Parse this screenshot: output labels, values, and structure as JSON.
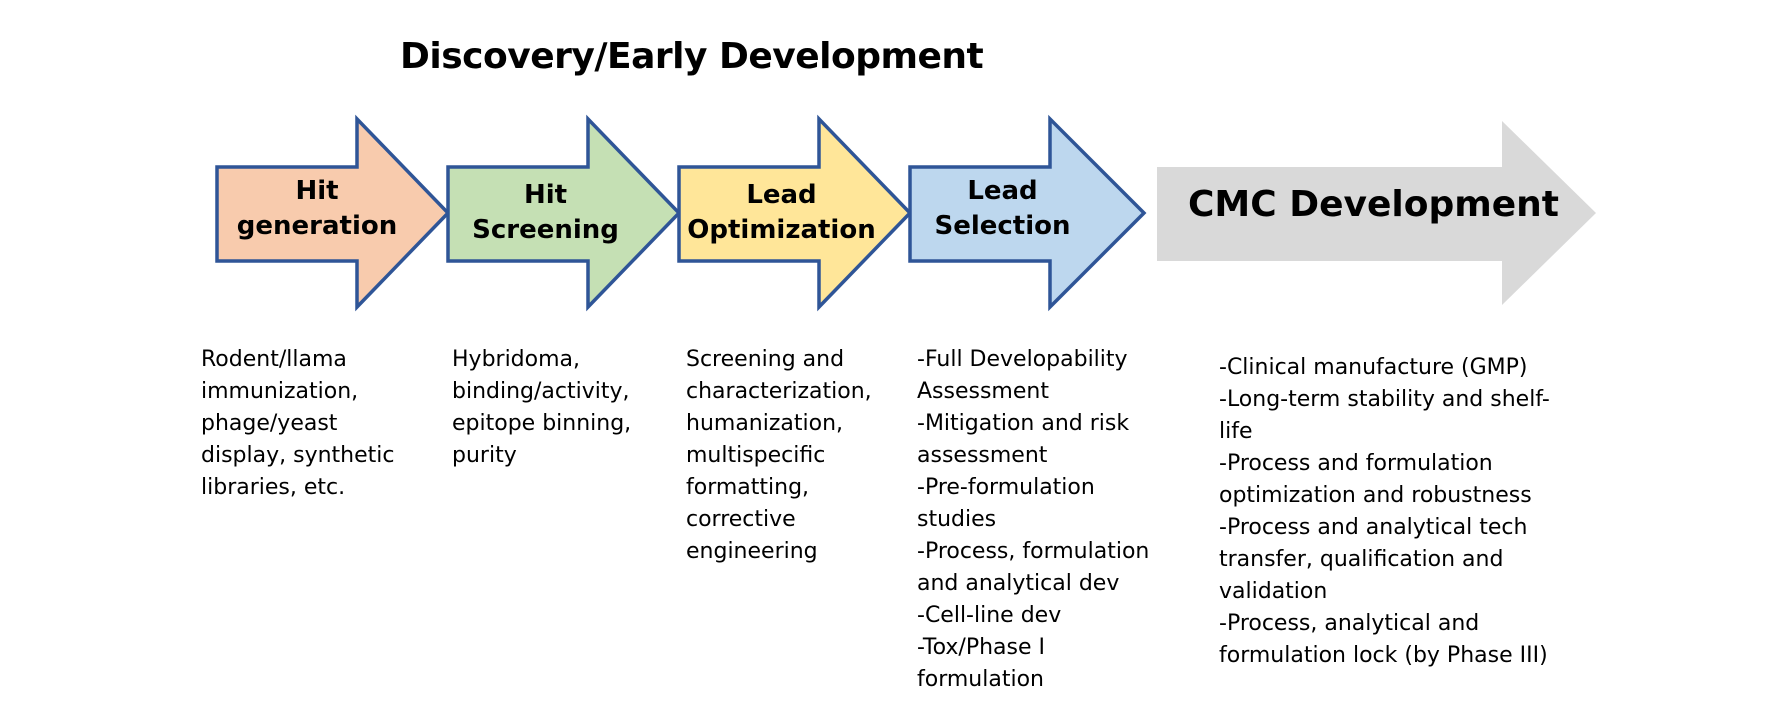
{
  "section_title": "Discovery/Early Development",
  "stages": [
    {
      "label_lines": [
        "Hit",
        "generation"
      ],
      "fill": "#f8cbad",
      "desc_lines": [
        "Rodent/llama",
        "immunization,",
        "phage/yeast",
        "display, synthetic",
        "libraries, etc."
      ]
    },
    {
      "label_lines": [
        "Hit",
        "Screening"
      ],
      "fill": "#c5e0b4",
      "desc_lines": [
        "Hybridoma,",
        "binding/activity,",
        "epitope binning,",
        "purity"
      ]
    },
    {
      "label_lines": [
        "Lead",
        "Optimization"
      ],
      "fill": "#ffe699",
      "desc_lines": [
        "Screening and",
        "characterization,",
        "humanization,",
        "multispecific",
        "formatting,",
        "corrective",
        "engineering"
      ]
    },
    {
      "label_lines": [
        "Lead",
        "Selection"
      ],
      "fill": "#bdd7ee",
      "desc_lines": [
        "-Full Developability",
        "Assessment",
        "-Mitigation and risk",
        "assessment",
        "-Pre-formulation",
        "studies",
        "-Process, formulation",
        "and analytical dev",
        "-Cell-line dev",
        "-Tox/Phase I",
        "formulation"
      ]
    }
  ],
  "cmc": {
    "label": "CMC Development",
    "fill": "#d9d9d9",
    "desc_lines": [
      "-Clinical manufacture (GMP)",
      "-Long-term stability and shelf-",
      "life",
      "-Process and formulation",
      "optimization and robustness",
      "-Process and analytical tech",
      "transfer, qualification and",
      "validation",
      "-Process, analytical and",
      "formulation lock (by Phase III)"
    ]
  },
  "colors": {
    "arrow_stroke": "#2f5597",
    "text": "#000000"
  }
}
